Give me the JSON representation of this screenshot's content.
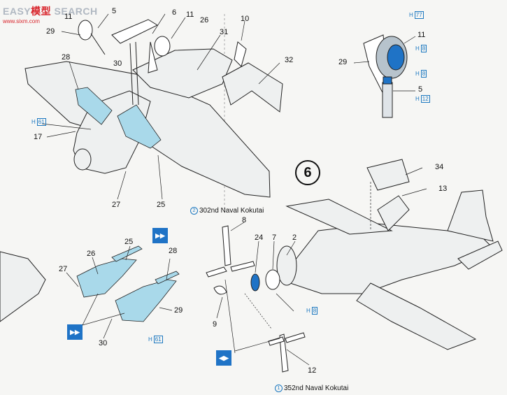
{
  "watermark": {
    "title_left": "EASY",
    "title_mid": "模型",
    "title_right": "SEARCH",
    "url": "www.sixm.com"
  },
  "step_number": "6",
  "colors": {
    "accent": "#1c78c0",
    "part_fill": "#a9d9ea",
    "badge": "#1f73c6"
  },
  "icons": [
    "assembly-arrow-badge",
    "assembly-arrow-badge",
    "assembly-arrow-badge"
  ],
  "callouts": {
    "n5_top": "5",
    "n11_top": "11",
    "n29_top": "29",
    "n6_top": "6",
    "n11_mid": "11",
    "n26_top": "26",
    "n10": "10",
    "n31": "31",
    "n28_top": "28",
    "n30_top": "30",
    "n32": "32",
    "n17": "17",
    "n27_top": "27",
    "n25_top": "25",
    "n11_r": "11",
    "n29_r": "29",
    "n5_r": "5",
    "n34": "34",
    "n13": "13",
    "n8": "8",
    "n24": "24",
    "n7": "7",
    "n2": "2",
    "n9": "9",
    "n12": "12",
    "n26_low": "26",
    "n25_low": "25",
    "n28_low": "28",
    "n27_low": "27",
    "n29_low": "29",
    "n30_low": "30"
  },
  "hrefs": {
    "h61_top": "61",
    "h77": "77",
    "h8_a": "8",
    "h8_b": "8",
    "h12": "12",
    "h8_prop": "8",
    "h61_low": "61"
  },
  "captions": {
    "c302_num": "2",
    "c302_text": "302nd Naval Kokutai",
    "c352_num": "1",
    "c352_text": "352nd Naval Kokutai"
  }
}
